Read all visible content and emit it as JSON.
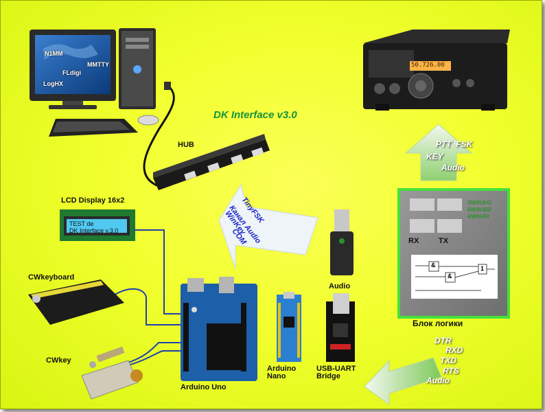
{
  "title": "DK Interface  v3.0",
  "pc": {
    "apps": [
      "N1MM",
      "MMTTY",
      "FLdigi",
      "LogHX"
    ]
  },
  "labels": {
    "hub": "HUB",
    "lcd": "LCD Display 16x2",
    "cwkeyboard": "CWkeyboard",
    "cwkey": "CWkey",
    "arduino_uno": "Arduino Uno",
    "arduino_nano": "Arduino\nNano",
    "usb_uart": "USB-UART\nBridge",
    "audio": "Audio",
    "logic_block": "Блок логики"
  },
  "lcd_screen": {
    "line1": "TEST de",
    "line2": "DK Interface v.3.0"
  },
  "radio_display": "50.726.00",
  "center_arrow_lines": [
    "Канал Audio",
    "TinyFSK",
    "WinKey",
    "COM"
  ],
  "up_arrow_lines": [
    "PTT  FSK",
    "KEY",
    "Audio"
  ],
  "bottom_arrow_lines": [
    "DTR",
    "RXD",
    "TXD",
    "RTS",
    "Audio"
  ],
  "logic_panel": {
    "callsigns": [
      "RW9UHG",
      "RW9URD",
      "RW9URI"
    ],
    "rx_label": "RX",
    "tx_label": "TX",
    "gates": [
      "&",
      "&",
      "1"
    ]
  },
  "colors": {
    "background": "#f1ff2e",
    "title": "#17913a",
    "wires": "#1f3fb0",
    "logic_border": "#45e03c"
  }
}
